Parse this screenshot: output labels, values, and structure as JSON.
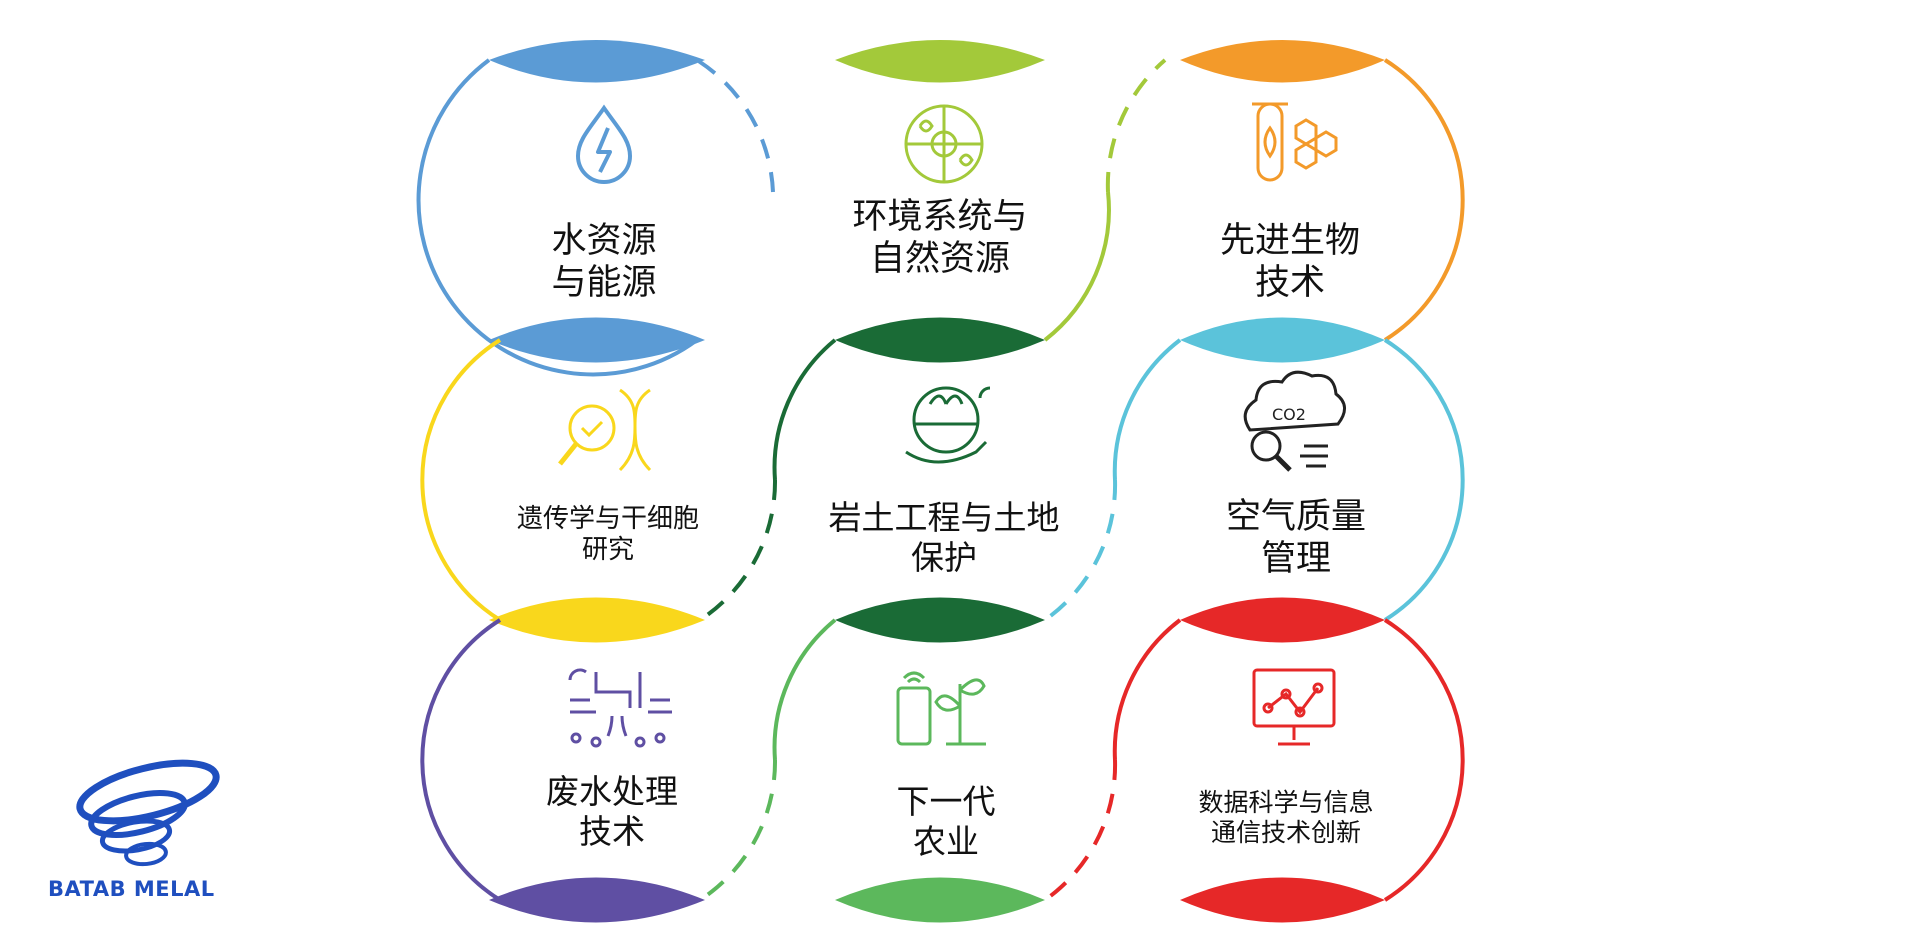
{
  "brand": {
    "name": "BATAB MELAL",
    "color": "#1f4fbf"
  },
  "topics": [
    {
      "key": "water-energy",
      "lines": [
        "水资源",
        "与能源"
      ],
      "color": "#5b9bd5",
      "icon": "water-drop-lightning-icon"
    },
    {
      "key": "environment",
      "lines": [
        "环境系统与",
        "自然资源"
      ],
      "color": "#a3c93a",
      "icon": "ecosystem-globe-icon"
    },
    {
      "key": "biotech",
      "lines": [
        "先进生物",
        "技术"
      ],
      "color": "#f39a2a",
      "icon": "test-tube-molecule-icon"
    },
    {
      "key": "genetics",
      "lines": [
        "遗传学与干细胞",
        "研究"
      ],
      "color": "#f9d71c",
      "icon": "dna-magnifier-icon"
    },
    {
      "key": "geotech",
      "lines": [
        "岩土工程与土地",
        "保护"
      ],
      "color": "#1a6b36",
      "icon": "hand-soil-plant-icon"
    },
    {
      "key": "air-quality",
      "lines": [
        "空气质量",
        "管理"
      ],
      "color": "#5bc3da",
      "icon": "co2-cloud-magnifier-icon"
    },
    {
      "key": "wastewater",
      "lines": [
        "废水处理",
        "技术"
      ],
      "color": "#5f4fa3",
      "icon": "pipe-water-treatment-icon"
    },
    {
      "key": "agriculture",
      "lines": [
        "下一代",
        "农业"
      ],
      "color": "#5cb85c",
      "icon": "phone-plant-icon"
    },
    {
      "key": "data-science",
      "lines": [
        "数据科学与信息",
        "通信技术创新"
      ],
      "color": "#e62828",
      "icon": "monitor-network-icon"
    }
  ]
}
